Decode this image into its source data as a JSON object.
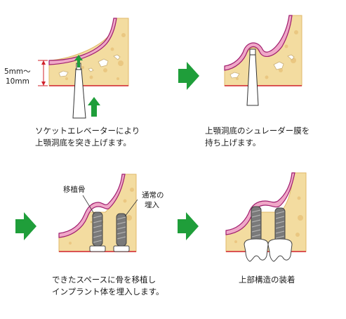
{
  "steps": [
    {
      "caption_line1": "ソケットエレベーターにより",
      "caption_line2": "上顎洞底を突き上げます。"
    },
    {
      "caption_line1": "上顎洞底のシュレーダー膜を",
      "caption_line2": "持ち上げます。"
    },
    {
      "caption_line1": "できたスペースに骨を移植し",
      "caption_line2": "インプラント体を埋入します。"
    },
    {
      "caption_line1": "上部構造の装着",
      "caption_line2": ""
    }
  ],
  "dimension": {
    "top": "5mm～",
    "bottom": "10mm"
  },
  "labels": {
    "graft": "移植骨",
    "normal_line1": "通常の",
    "normal_line2": "埋入"
  },
  "colors": {
    "bone": "#f3dca0",
    "membrane": "#f0a8c8",
    "membrane_edge": "#a01e6e",
    "arrow_green": "#1f9e3a",
    "implant": "#7a7a7a",
    "red": "#d0202a"
  }
}
